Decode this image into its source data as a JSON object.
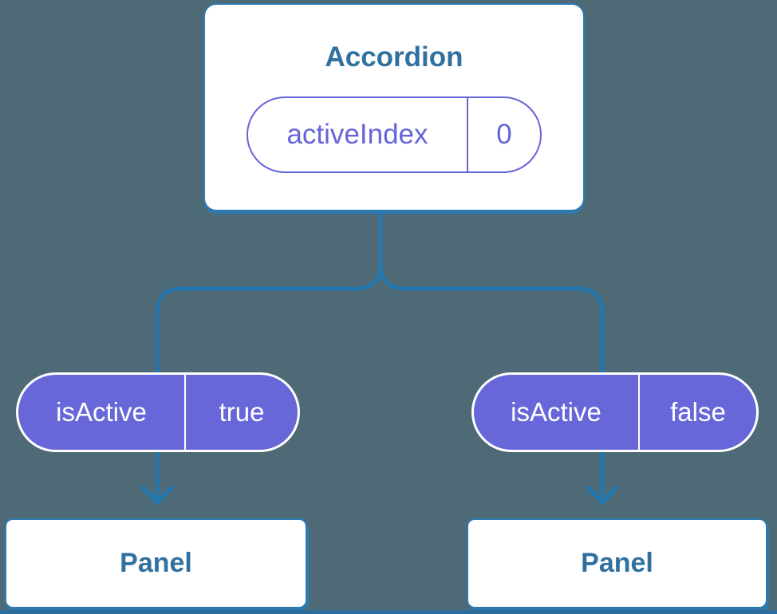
{
  "colors": {
    "background": "#4e6a77",
    "connector_blue": "#2577ad",
    "box_border_blue": "#2e7ab0",
    "component_text_blue": "#30719f",
    "prop_pill_purple": "#6767d9",
    "state_pill_purple": "#6565d8"
  },
  "diagram": {
    "root": {
      "title": "Accordion",
      "state_pill": {
        "name": "activeIndex",
        "value": "0"
      }
    },
    "children": [
      {
        "prop_pill": {
          "name": "isActive",
          "value": "true"
        },
        "panel_label": "Panel"
      },
      {
        "prop_pill": {
          "name": "isActive",
          "value": "false"
        },
        "panel_label": "Panel"
      }
    ]
  }
}
